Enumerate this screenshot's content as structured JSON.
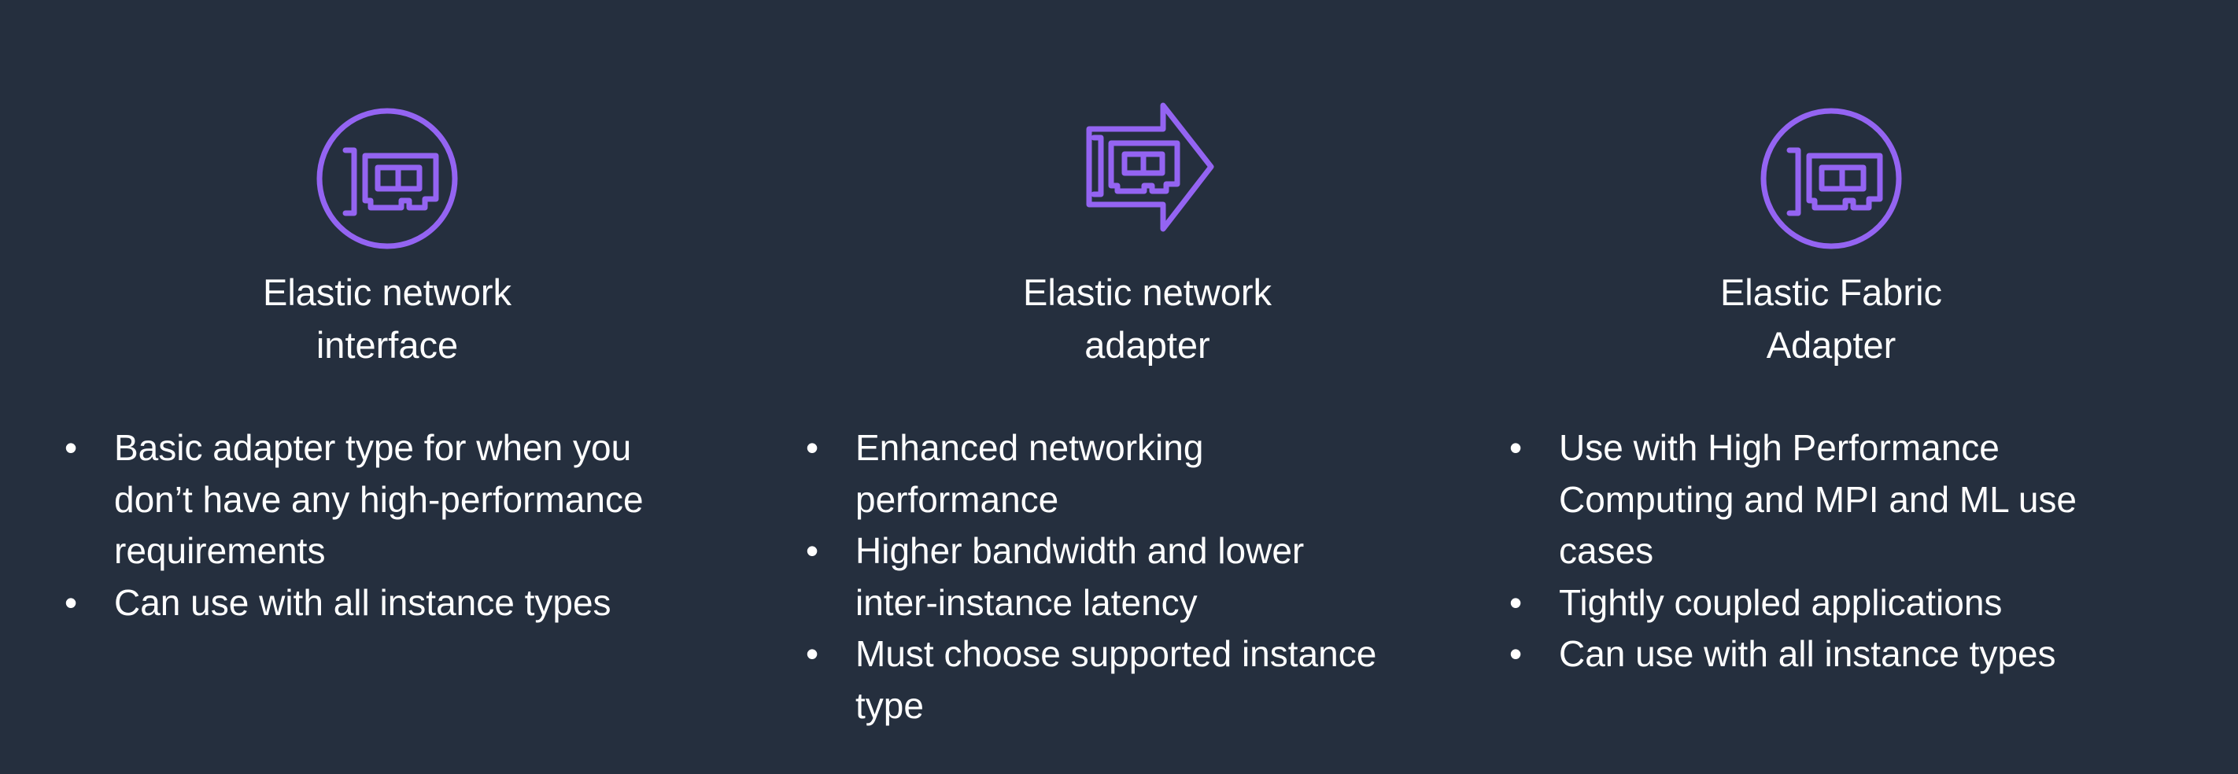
{
  "accent_color": "#9464f2",
  "background_color": "#252f3e",
  "columns": [
    {
      "icon": "network-interface-circle-icon",
      "title_lines": [
        "Elastic network",
        "interface"
      ],
      "bullets": [
        [
          "Basic adapter type for when you",
          "don’t have any high-performance",
          "requirements"
        ],
        [
          "Can use with all instance types"
        ]
      ]
    },
    {
      "icon": "network-adapter-arrow-icon",
      "title_lines": [
        "Elastic network",
        "adapter"
      ],
      "bullets": [
        [
          "Enhanced networking",
          "performance"
        ],
        [
          "Higher bandwidth and lower",
          "inter-instance latency"
        ],
        [
          "Must choose supported instance",
          "type"
        ]
      ]
    },
    {
      "icon": "fabric-adapter-circle-icon",
      "title_lines": [
        "Elastic Fabric",
        "Adapter"
      ],
      "bullets": [
        [
          "Use with High Performance",
          "Computing and MPI and ML use",
          "cases"
        ],
        [
          "Tightly coupled applications"
        ],
        [
          "Can use with all instance types"
        ]
      ]
    }
  ],
  "bullet_glyph": "•"
}
